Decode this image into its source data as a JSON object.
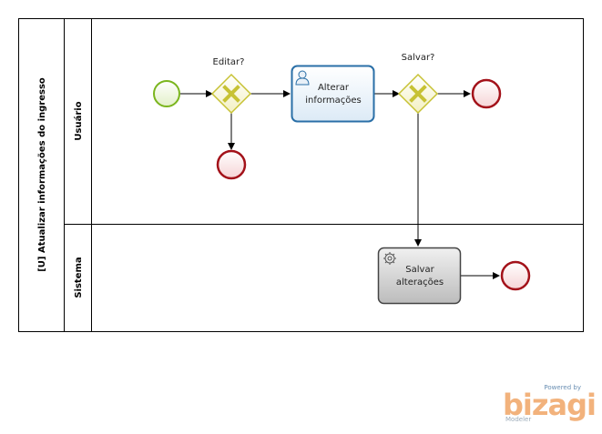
{
  "pool": {
    "title": "[U] Atualizar informações do ingresso"
  },
  "lanes": [
    {
      "name": "Usuário"
    },
    {
      "name": "Sistema"
    }
  ],
  "gateways": {
    "edit": {
      "label": "Editar?"
    },
    "save": {
      "label": "Salvar?"
    }
  },
  "tasks": {
    "change_info": {
      "line1": "Alterar",
      "line2": "informações",
      "type": "user",
      "icon": "user-icon"
    },
    "save_changes": {
      "line1": "Salvar",
      "line2": "alterações",
      "type": "service",
      "icon": "gear-icon"
    }
  },
  "colors": {
    "start_event": "#7ab51d",
    "end_event": "#a3121a",
    "gateway": "#c7c234",
    "user_task_border": "#2a6fa7",
    "service_task_fill": "#cccccc"
  },
  "watermark": {
    "powered": "Powered by",
    "brand": "bizagi",
    "product": "Modeler"
  }
}
